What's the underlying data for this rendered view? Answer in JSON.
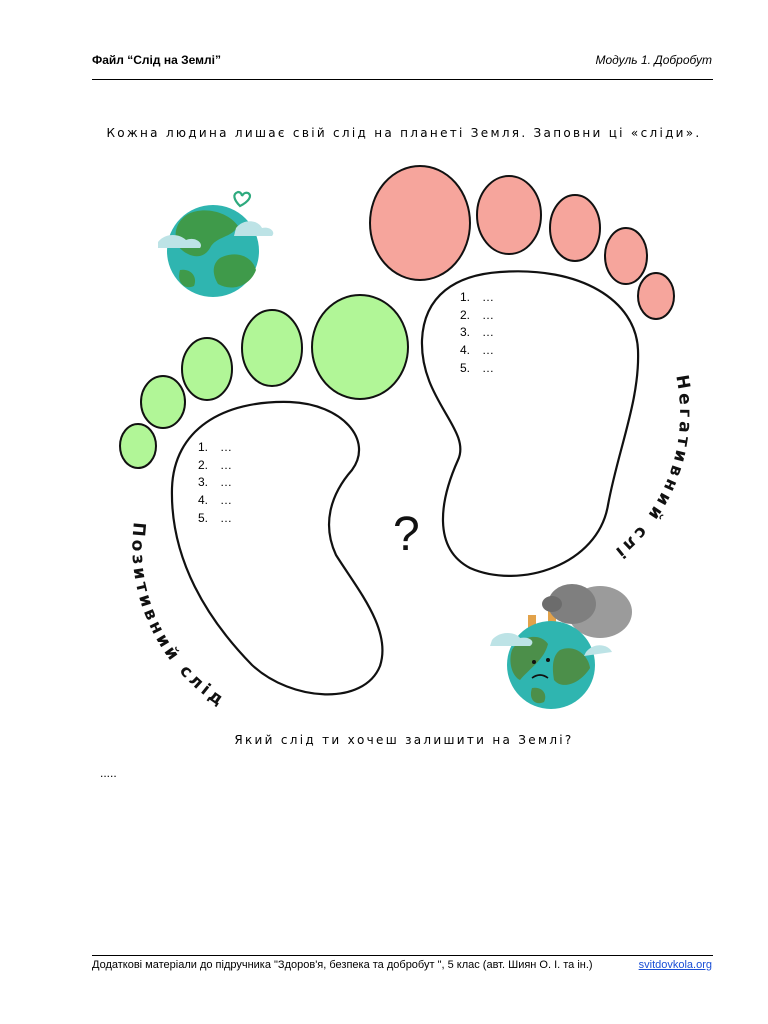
{
  "header": {
    "file_title": "Файл “Слід на Землі”",
    "module_title": "Модуль 1. Добробут"
  },
  "instruction": "Кожна людина лишає свій слід на планеті Земля. Заповни ці «сліди».",
  "negative_footprint": {
    "label": "Негативний слід",
    "items": [
      {
        "num": "1.",
        "text": "…"
      },
      {
        "num": "2.",
        "text": "…"
      },
      {
        "num": "3.",
        "text": "…"
      },
      {
        "num": "4.",
        "text": "…"
      },
      {
        "num": "5.",
        "text": "…"
      }
    ],
    "toe_color": "#f6a59c"
  },
  "positive_footprint": {
    "label": "Позитивний слід",
    "items": [
      {
        "num": "1.",
        "text": "…"
      },
      {
        "num": "2.",
        "text": "…"
      },
      {
        "num": "3.",
        "text": "…"
      },
      {
        "num": "4.",
        "text": "…"
      },
      {
        "num": "5.",
        "text": "…"
      }
    ],
    "toe_color": "#b1f697"
  },
  "question_mark": "?",
  "question": "Який слід ти хочеш залишити на Землі?",
  "answer": ".....",
  "footer": {
    "text": "Додаткові матеріали до підручника \"Здоров'я, безпека та добробут \", 5 клас (авт. Шиян О. І. та ін.)",
    "link": "svitdovkola.org"
  },
  "icons": {
    "happy_planet": "happy-earth-icon",
    "sad_planet": "polluted-earth-icon"
  }
}
